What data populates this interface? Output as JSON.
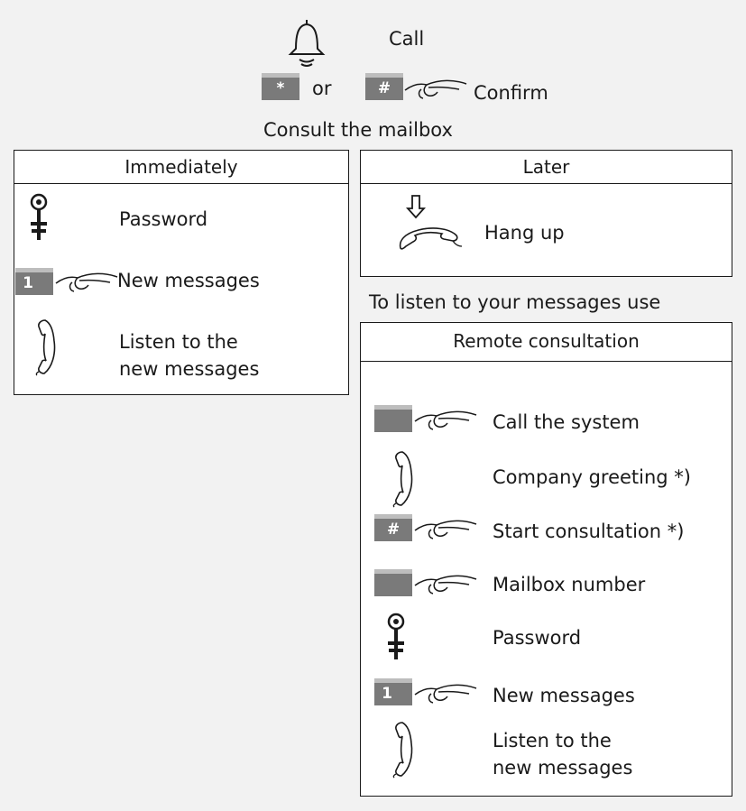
{
  "top": {
    "call_label": "Call",
    "or_label": "or",
    "confirm_label": "Confirm",
    "consult_label": "Consult the mailbox",
    "star_key": "*",
    "hash_key": "#"
  },
  "immediately": {
    "title": "Immediately",
    "steps": [
      {
        "icon": "key-icon",
        "label": "Password"
      },
      {
        "icon": "keypad-1-press-icon",
        "key": "1",
        "label": "New messages"
      },
      {
        "icon": "handset-icon",
        "label_line1": "Listen to the",
        "label_line2": "new messages"
      }
    ]
  },
  "later": {
    "title": "Later",
    "steps": [
      {
        "icon": "hang-up-icon",
        "label": "Hang up"
      }
    ]
  },
  "listen_note": "To listen to your messages use",
  "remote": {
    "title": "Remote consultation",
    "steps": [
      {
        "icon": "keypad-press-icon",
        "label": "Call the system"
      },
      {
        "icon": "handset-icon",
        "label": "Company greeting *)"
      },
      {
        "icon": "hash-key-press-icon",
        "key": "#",
        "label": "Start consultation *)"
      },
      {
        "icon": "keypad-press-icon",
        "label": "Mailbox number"
      },
      {
        "icon": "key-icon",
        "label": "Password"
      },
      {
        "icon": "keypad-1-press-icon",
        "key": "1",
        "label": "New messages"
      },
      {
        "icon": "handset-icon",
        "label_line1": "Listen to the",
        "label_line2": "new messages"
      }
    ]
  }
}
